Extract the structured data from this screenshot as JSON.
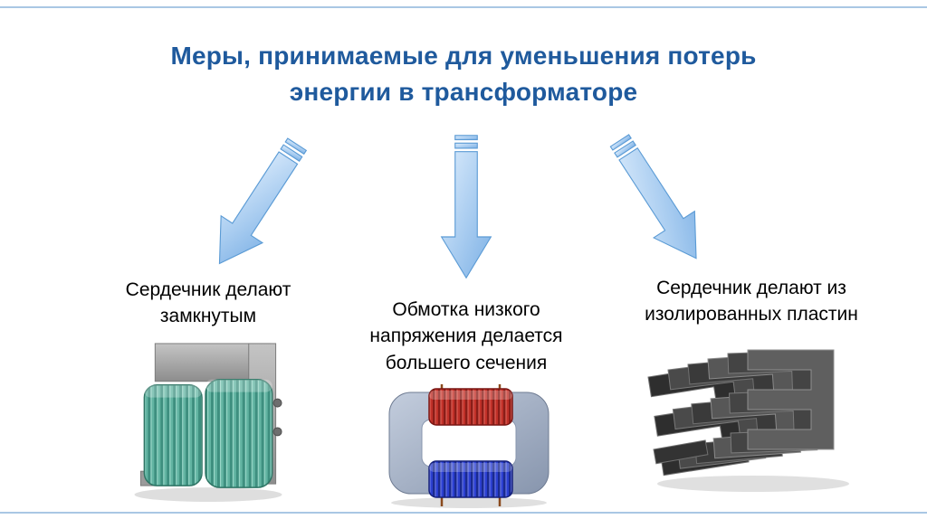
{
  "slide": {
    "title_line1": "Меры, принимаемые для уменьшения потерь",
    "title_line2": "энергии в трансформаторе",
    "items": [
      {
        "label": "Сердечник делают замкнутым",
        "image_name": "transformer-closed-core"
      },
      {
        "label": "Обмотка низкого напряжения делается большего сечения",
        "image_name": "transformer-thick-low-voltage-winding"
      },
      {
        "label": "Сердечник делают из изолированных пластин",
        "image_name": "insulated-core-laminated-plates"
      }
    ],
    "colors": {
      "title_text": "#1f5a9d",
      "arrow_fill_light": "#d9eafc",
      "arrow_fill_dark": "#7fb2e6",
      "arrow_border": "#5b9bd5",
      "rule": "#a9c7e4",
      "coil_left": "#62b4a2",
      "coil_red": "#c03028",
      "coil_blue": "#2b3fd0"
    }
  }
}
